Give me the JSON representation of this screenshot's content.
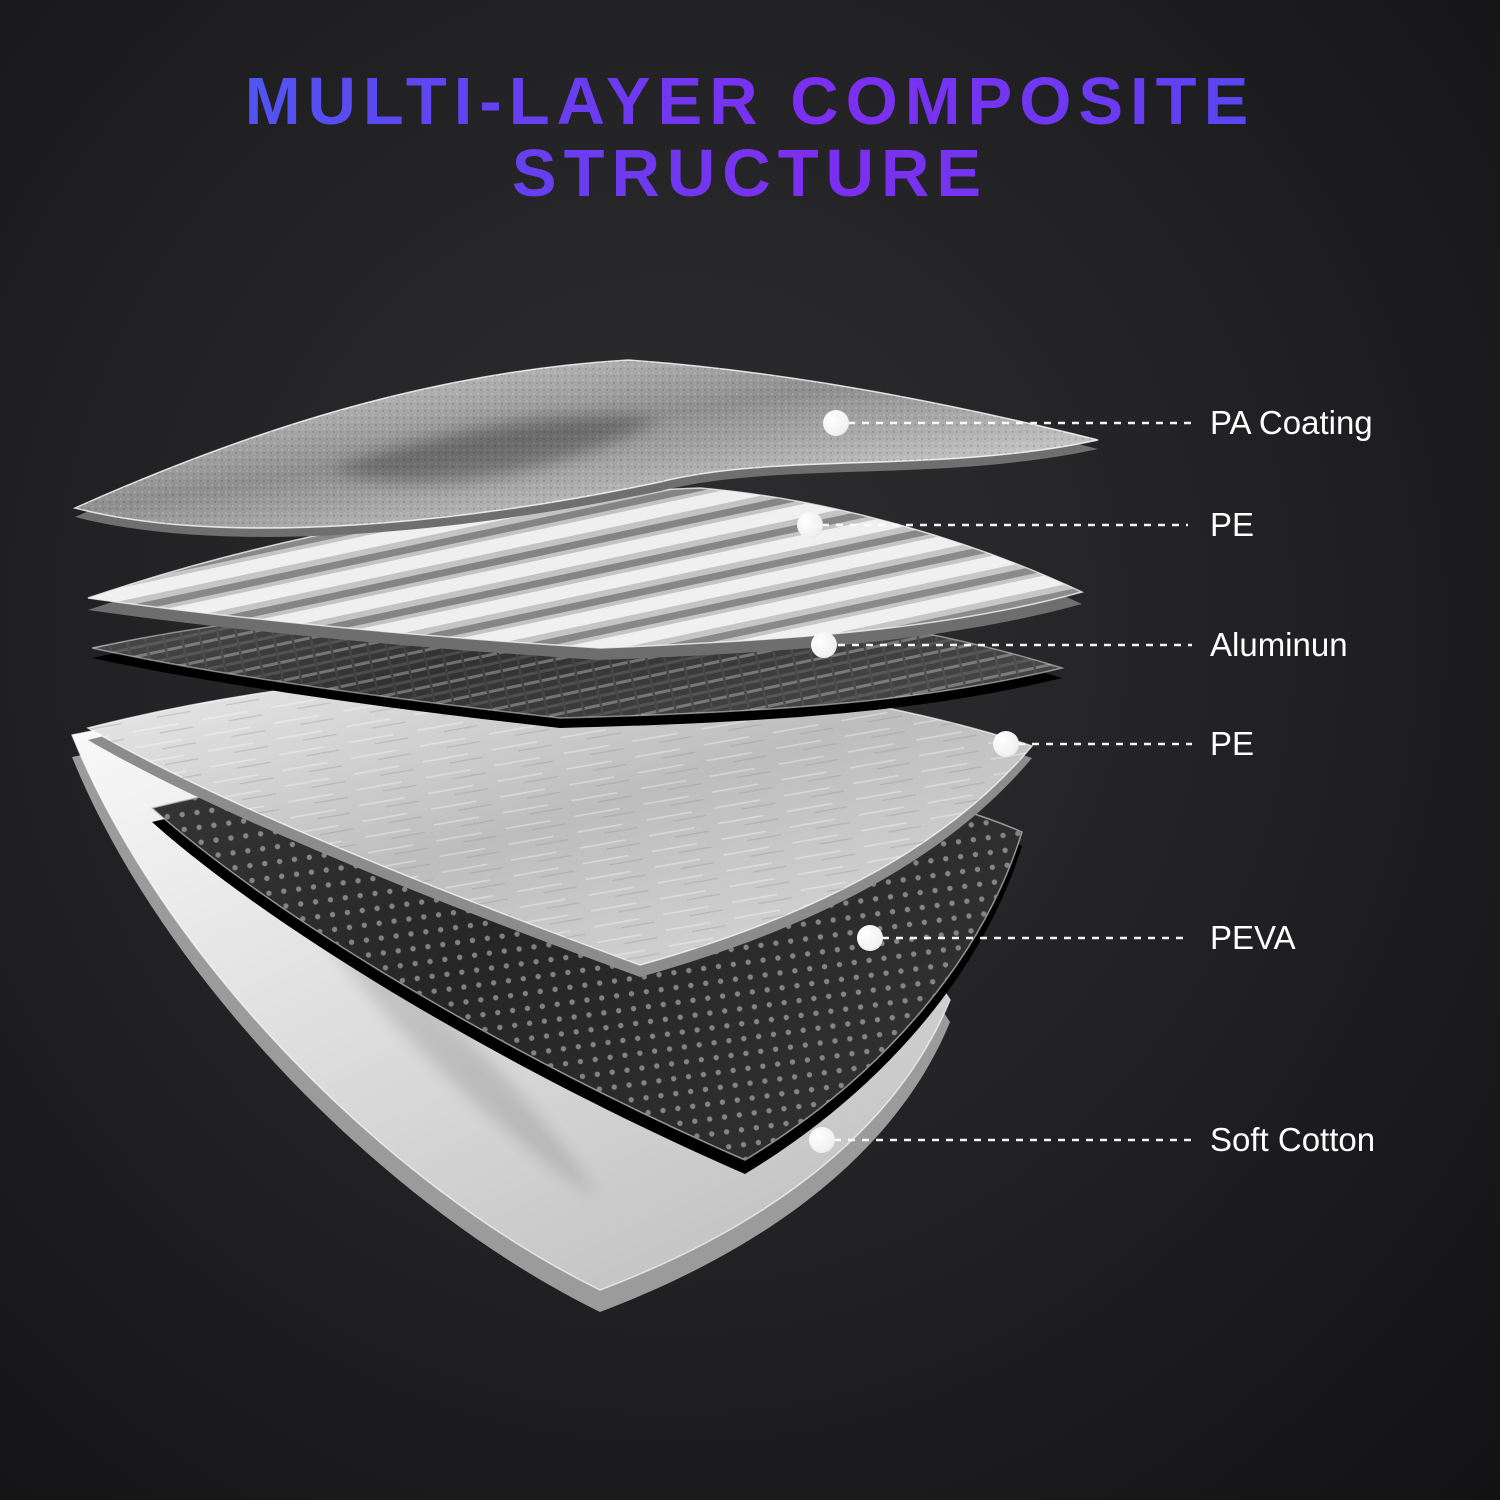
{
  "title": {
    "line1": "MULTI-LAYER COMPOSITE",
    "line2": "STRUCTURE"
  },
  "layers": [
    {
      "name": "PA Coating"
    },
    {
      "name": "PE"
    },
    {
      "name": "Aluminun"
    },
    {
      "name": "PE"
    },
    {
      "name": "PEVA"
    },
    {
      "name": "Soft Cotton"
    }
  ],
  "colors": {
    "background": "#1d1d1f",
    "title_gradient_start": "#3f6df2",
    "title_gradient_mid": "#7d2ef0",
    "title_gradient_end": "#2f62ee",
    "label_text": "#ffffff",
    "leader_line": "#ffffff",
    "anchor_dot": "#ffffff"
  }
}
